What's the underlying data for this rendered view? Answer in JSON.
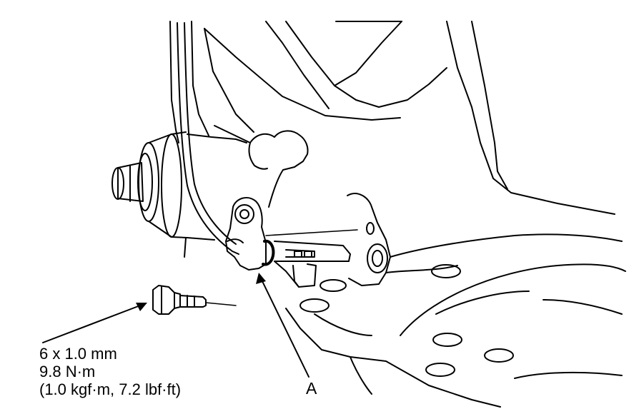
{
  "fastener": {
    "size": "6 x 1.0 mm",
    "torque_nm": "9.8 N·m",
    "torque_alt": "(1.0 kgf·m, 7.2 lbf·ft)"
  },
  "callout": {
    "a": "A"
  },
  "colors": {
    "line": "#000000",
    "background": "#ffffff"
  }
}
